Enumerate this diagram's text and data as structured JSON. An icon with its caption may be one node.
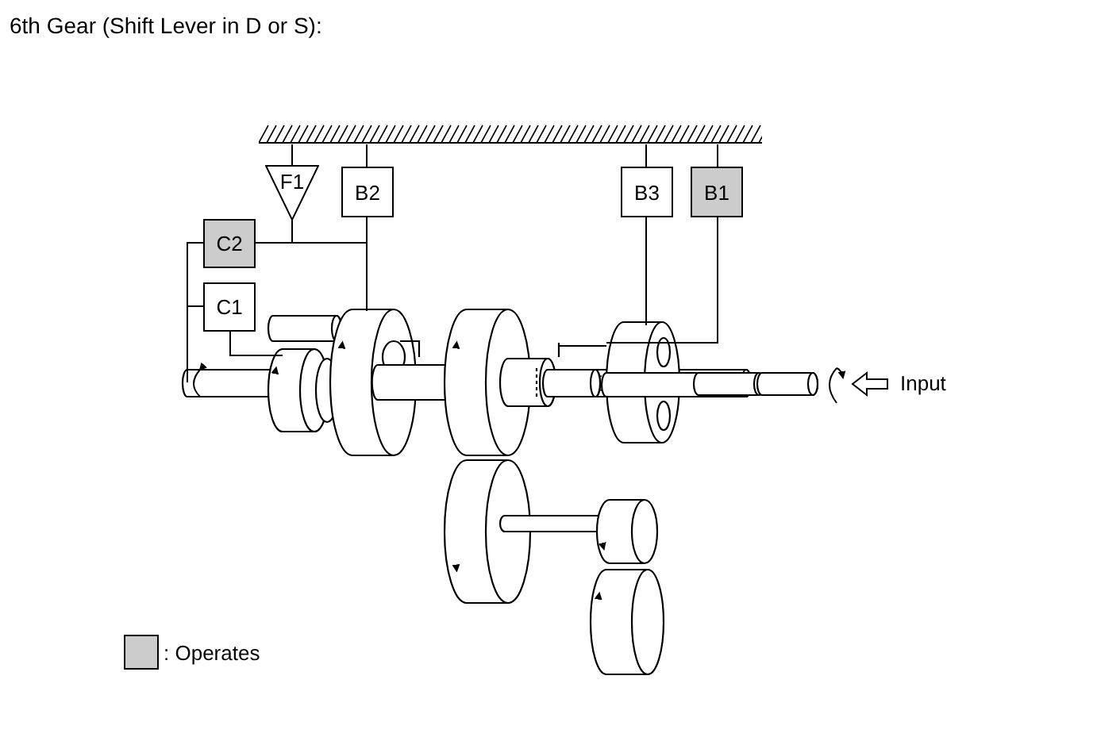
{
  "diagram": {
    "title": "6th Gear (Shift Lever in D or S):",
    "nodes": [
      {
        "text": [],
        "shape": "bar"
      },
      {
        "text": [
          "F1"
        ]
      },
      {
        "text": [
          "B2"
        ]
      },
      {
        "text": [
          "B3"
        ]
      },
      {
        "text": [
          "B1"
        ]
      },
      {
        "text": [
          "C2"
        ]
      },
      {
        "text": [
          "C1"
        ]
      }
    ],
    "edges": [
      {
        "from": 1,
        "to": 0,
        "arrow": "none"
      },
      {
        "from": 2,
        "to": 0,
        "arrow": "none"
      },
      {
        "from": 3,
        "to": 0,
        "arrow": "none"
      },
      {
        "from": 4,
        "to": 0,
        "arrow": "none"
      },
      {
        "from": 2,
        "to": null,
        "arrow": "none"
      },
      {
        "from": 1,
        "to": null,
        "arrow": "none"
      },
      {
        "from": 5,
        "to": null,
        "arrow": "none"
      },
      {
        "from": 5,
        "to": null,
        "arrow": "none"
      },
      {
        "from": 6,
        "to": null,
        "arrow": "none"
      },
      {
        "from": 6,
        "to": null,
        "arrow": "none"
      },
      {
        "from": 3,
        "to": null,
        "arrow": "none"
      },
      {
        "from": 4,
        "to": null,
        "arrow": "none"
      }
    ],
    "labels": [
      "Input"
    ],
    "legend": [
      {
        "text": ": Operates",
        "color": "#cccccc"
      }
    ]
  }
}
